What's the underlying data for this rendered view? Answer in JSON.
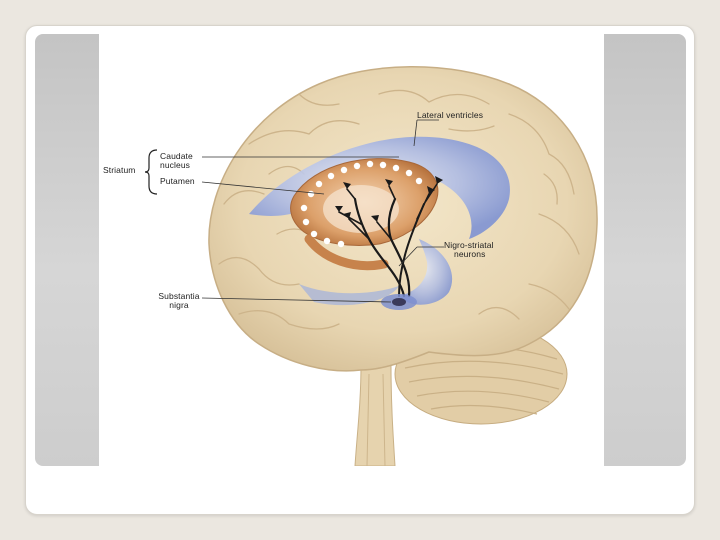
{
  "labels": {
    "striatum": "Striatum",
    "caudate_line1": "Caudate",
    "caudate_line2": "nucleus",
    "putamen": "Putamen",
    "lateral_ventricles": "Lateral ventricles",
    "nigro_line1": "Nigro-striatal",
    "nigro_line2": "neurons",
    "substantia_line1": "Substantia",
    "substantia_line2": "nigra"
  },
  "colors": {
    "background": "#ebe7e0",
    "side_band": "#cccccc",
    "brain": "#ead9b8",
    "ventricle": "#9fb0de",
    "striatum": "#d99a62",
    "neuron": "#1a1a1a"
  }
}
